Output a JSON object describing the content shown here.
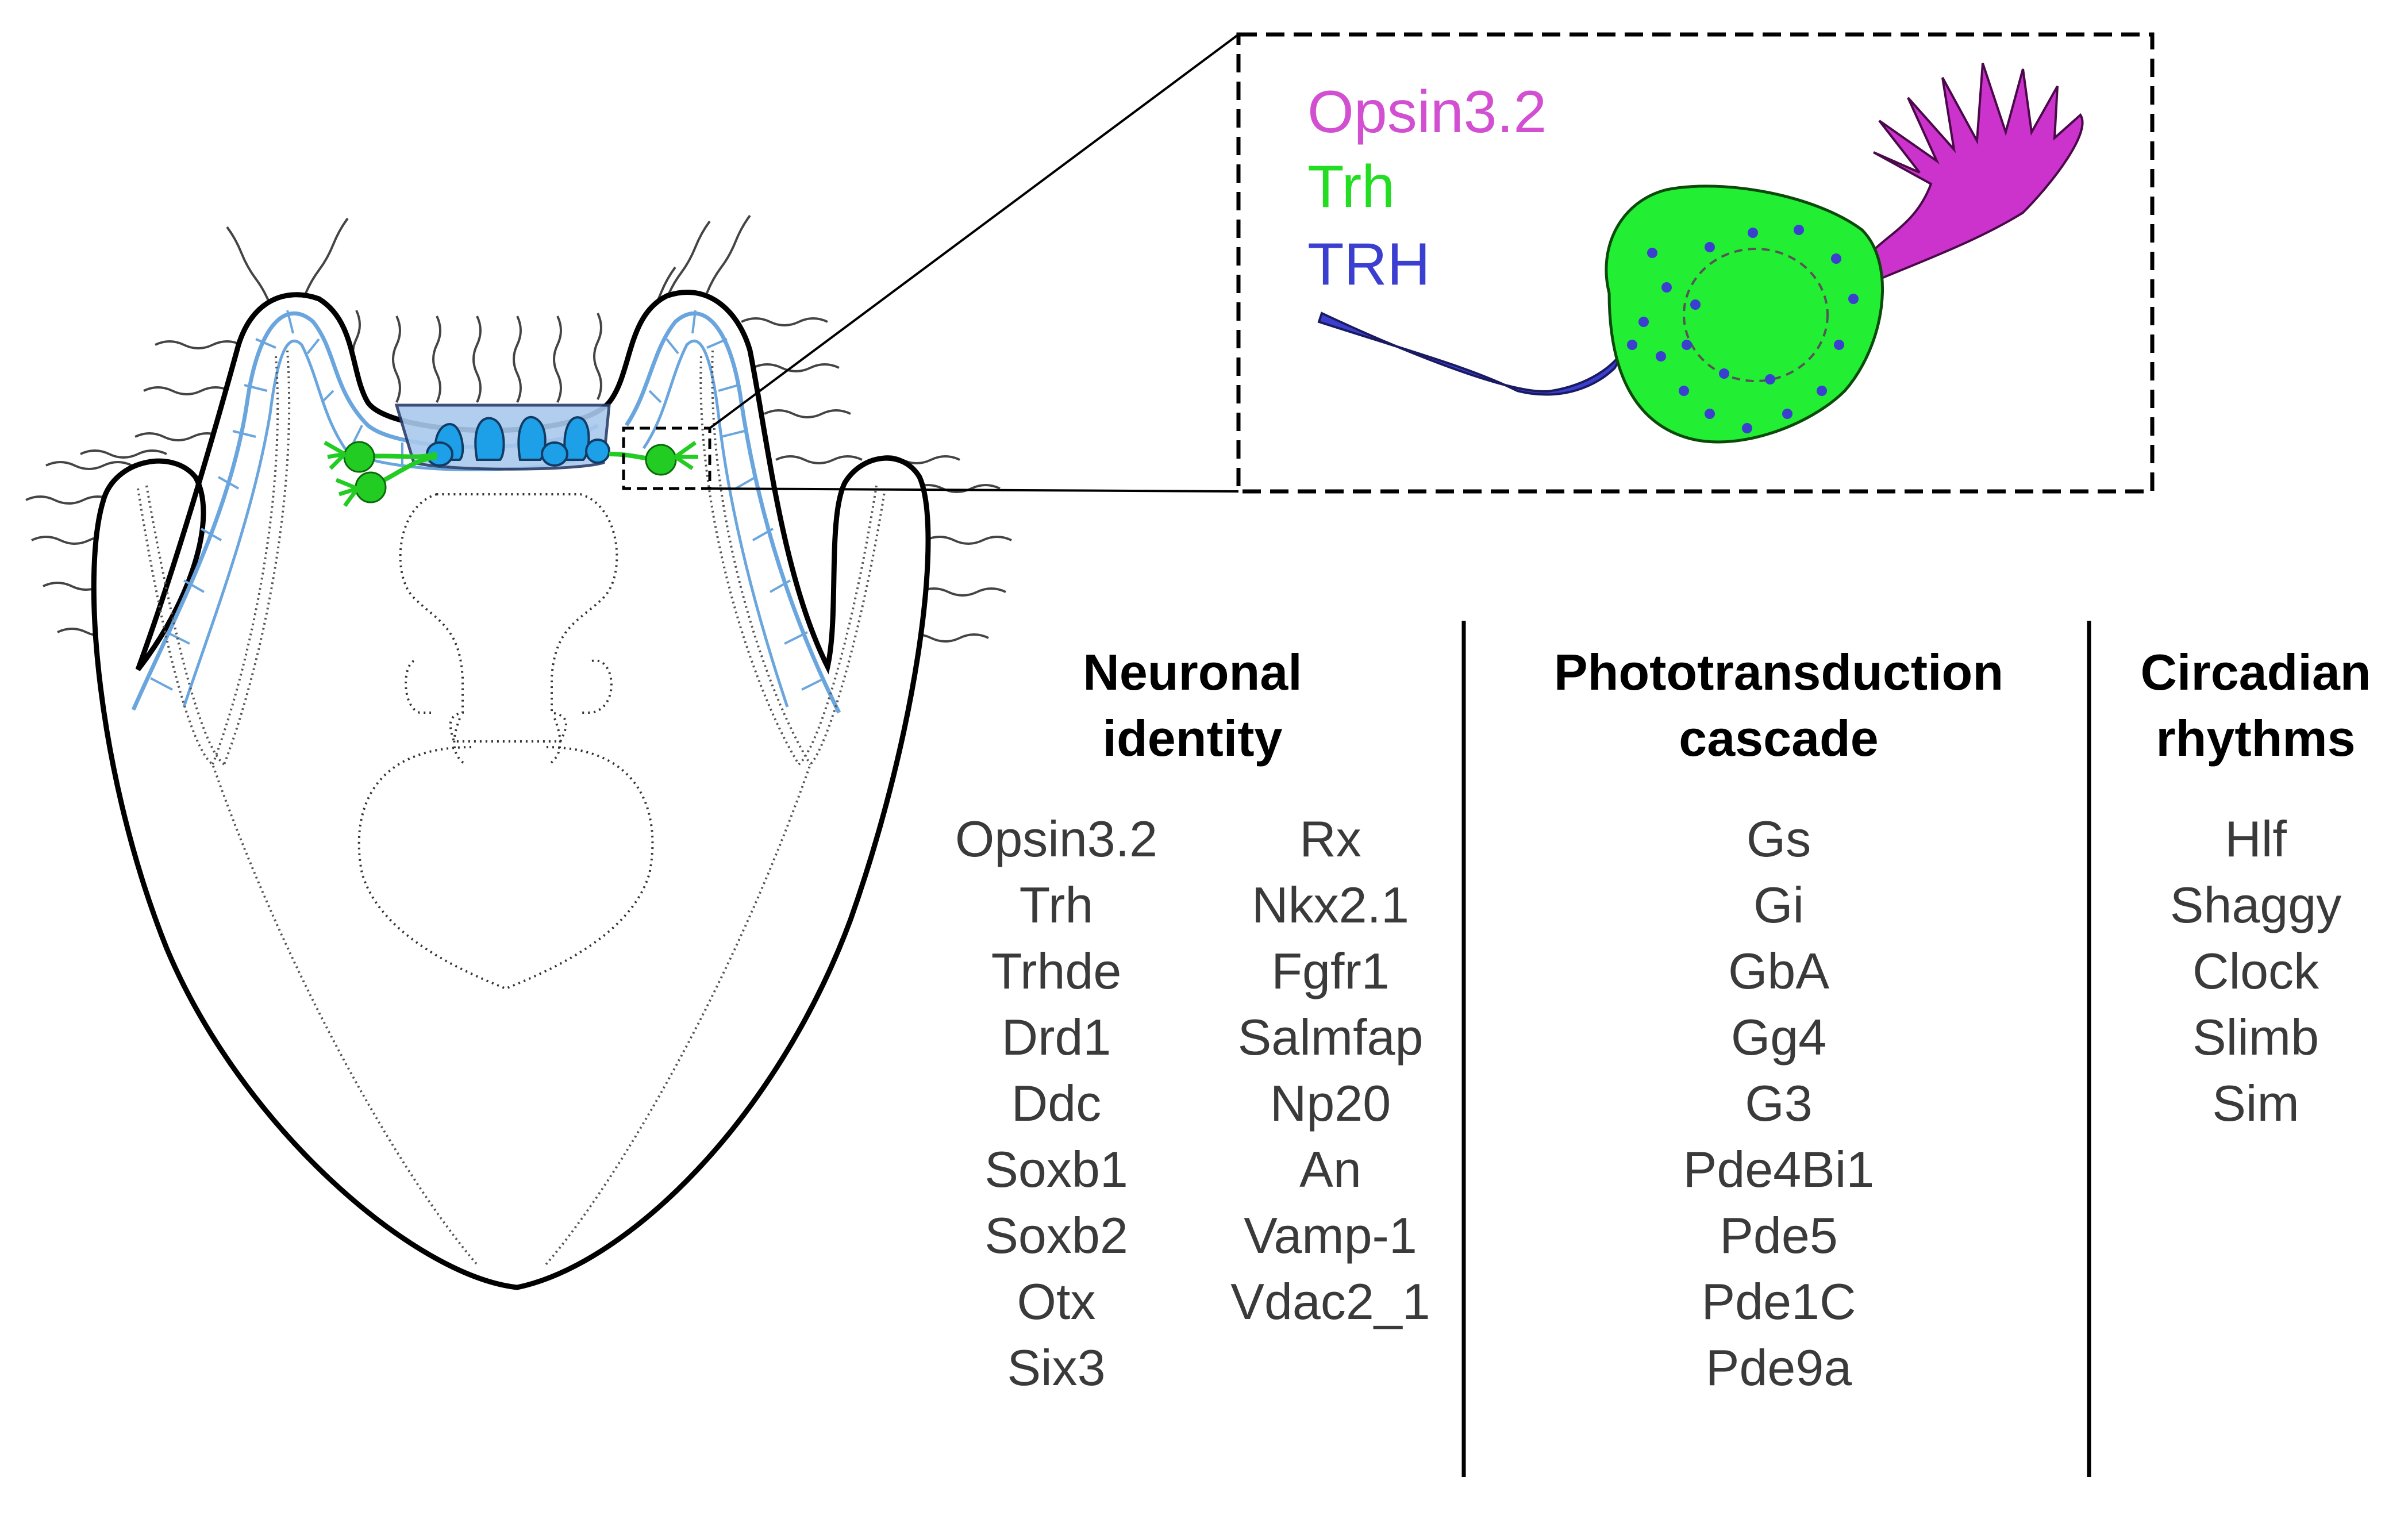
{
  "legend": [
    {
      "label": "Opsin3.2",
      "color": "#d24fd2"
    },
    {
      "label": "Trh",
      "color": "#22dd22"
    },
    {
      "label": "TRH",
      "color": "#3a3fd0"
    }
  ],
  "colors": {
    "cell_body": "#22ee33",
    "rhabdomere": "#cc33cc",
    "axon": "#3a3fd0",
    "ciliary_band": "#6aa6dd",
    "apical_organ_fill": "#a9c9ee",
    "photoreceptor_blue": "#1ea0e8",
    "neuron_green": "#22cc22",
    "outline": "#000000"
  },
  "columns": [
    {
      "heading_line1": "Neuronal",
      "heading_line2": "identity",
      "genes_left": [
        "Opsin3.2",
        "Trh",
        "Trhde",
        "Drd1",
        "Ddc",
        "Soxb1",
        "Soxb2",
        "Otx",
        "Six3"
      ],
      "genes_right": [
        "Rx",
        "Nkx2.1",
        "Fgfr1",
        "Salmfap",
        "Np20",
        "An",
        "Vamp-1",
        "Vdac2_1"
      ]
    },
    {
      "heading_line1": "Phototransduction",
      "heading_line2": "cascade",
      "genes": [
        "Gs",
        "Gi",
        "GbA",
        "Gg4",
        "G3",
        "Pde4Bi1",
        "Pde5",
        "Pde1C",
        "Pde9a"
      ]
    },
    {
      "heading_line1": "Circadian",
      "heading_line2": "rhythms",
      "genes": [
        "Hlf",
        "Shaggy",
        "Clock",
        "Slimb",
        "Sim"
      ]
    }
  ]
}
